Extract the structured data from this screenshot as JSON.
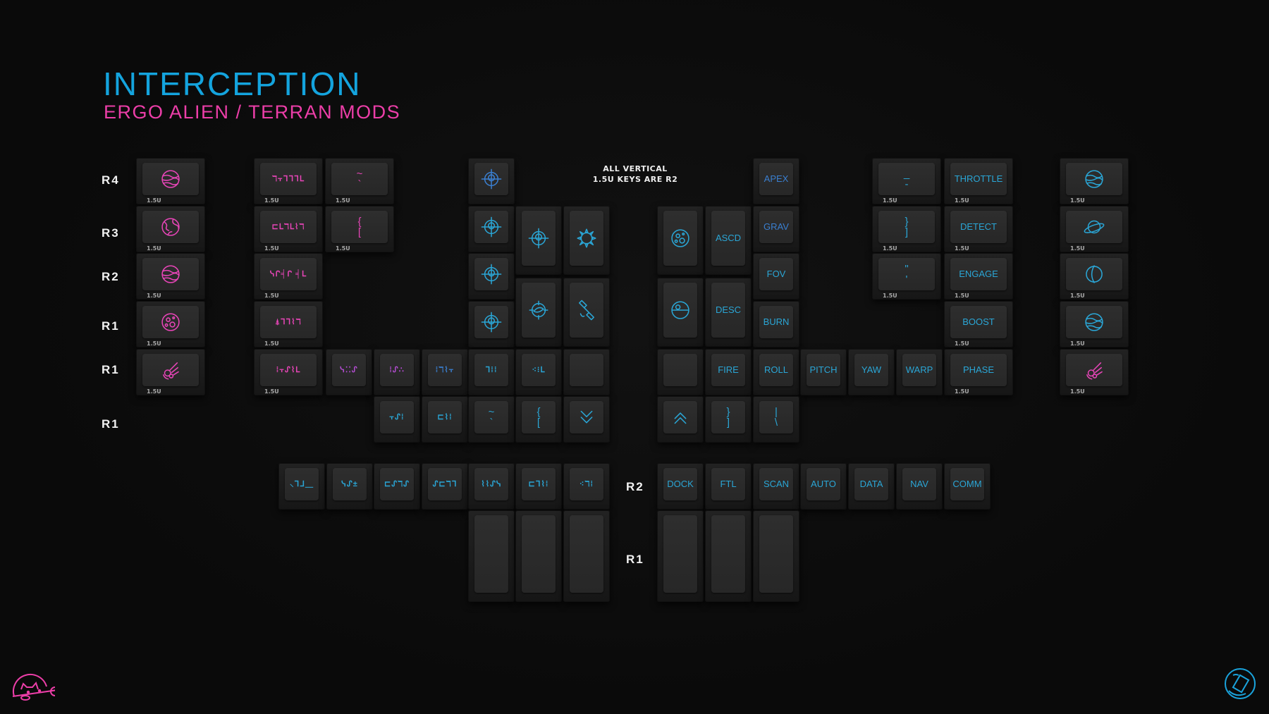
{
  "header": {
    "title": "INTERCEPTION",
    "subtitle": "ERGO ALIEN / TERRAN MODS"
  },
  "note": {
    "line1": "ALL VERTICAL",
    "line2": "1.5U KEYS ARE R2"
  },
  "row_labels": [
    "R4",
    "R3",
    "R2",
    "R1",
    "R1",
    "R1"
  ],
  "thumb_labels": [
    "R2",
    "R1"
  ],
  "colors": {
    "pink": "#e845b8",
    "cyan": "#2aa6d6",
    "blue": "#3a7fd0",
    "purple": "#b24cd0",
    "title": "#14a4de",
    "subtitle": "#ec3ea8"
  },
  "size_label": "1.5U",
  "keys": [
    {
      "icon": "planet-stripes",
      "color": "pink",
      "size": true
    },
    {
      "icon": "earth",
      "color": "pink",
      "size": true
    },
    {
      "icon": "planet-stripes",
      "color": "pink",
      "size": true
    },
    {
      "icon": "moon-craters",
      "color": "pink",
      "size": true
    },
    {
      "icon": "meteor",
      "color": "pink",
      "size": true
    },
    {
      "legend": "ℸ⫟ᒣᒣᒣᒪ",
      "color": "pink",
      "size": true
    },
    {
      "legend": "⊏ᒪℸᒪ⌇ℸ",
      "color": "pink",
      "size": true
    },
    {
      "legend": "ᓭᒋ╡ᒋ ╡ᒪ",
      "color": "pink",
      "size": true
    },
    {
      "legend": "⍋ᒣᒣ⌇ℸ",
      "color": "pink",
      "size": true
    },
    {
      "legend": "⁞⫟ᔑ⌇ᒪ",
      "color": "pink",
      "size": true
    },
    {
      "legend": "~\n`",
      "color": "pink",
      "size": true
    },
    {
      "legend": "{\n[",
      "color": "pink",
      "size": true
    },
    {
      "icon": "crosshair",
      "color": "blue"
    },
    {
      "icon": "crosshair",
      "color": "cyan"
    },
    {
      "icon": "crosshair",
      "color": "cyan"
    },
    {
      "icon": "crosshair",
      "color": "cyan"
    },
    {
      "icon": "crosshair",
      "color": "cyan"
    },
    {
      "icon": "sun",
      "color": "cyan"
    },
    {
      "icon": "galaxy-target",
      "color": "cyan"
    },
    {
      "icon": "satellite",
      "color": "cyan"
    },
    {
      "legend": "ᓭ⁚⁚ᔑ",
      "color": "purple"
    },
    {
      "legend": "⁞ᔑ∴",
      "color": "purple"
    },
    {
      "legend": "⁞ℸ⌇⫟",
      "color": "blue"
    },
    {
      "legend": "ᒣ⁞⁞",
      "color": "cyan"
    },
    {
      "legend": "⁖⁝ᒪ",
      "color": "cyan"
    },
    {
      "legend": "",
      "color": "cyan"
    },
    {
      "legend": "⫟ᔑ⁞",
      "color": "cyan"
    },
    {
      "legend": "⊏⌇⁞",
      "color": "cyan"
    },
    {
      "legend": "~\n`",
      "color": "cyan"
    },
    {
      "legend": "{\n[",
      "color": "cyan"
    },
    {
      "icon": "chevron-down",
      "color": "cyan"
    },
    {
      "legend": "⸜ᒣᒧ⸏",
      "color": "cyan"
    },
    {
      "legend": "ᓭᔑ±",
      "color": "cyan"
    },
    {
      "legend": "⊏ᔑℸᔑ",
      "color": "cyan"
    },
    {
      "legend": "ᔑ⊏ℸᒣ",
      "color": "cyan"
    },
    {
      "legend": "⌇⌇ᔑᓭ",
      "color": "cyan"
    },
    {
      "legend": "⊏ᒣ⌇⁞",
      "color": "cyan"
    },
    {
      "legend": "⁖ℸ⁞",
      "color": "cyan"
    },
    {
      "legend": "",
      "color": "cyan"
    },
    {
      "legend": "",
      "color": "cyan"
    },
    {
      "legend": "",
      "color": "cyan"
    },
    {
      "icon": "moon-craters",
      "color": "cyan"
    },
    {
      "legend": "ASCD",
      "color": "cyan"
    },
    {
      "icon": "death-star",
      "color": "cyan"
    },
    {
      "legend": "DESC",
      "color": "cyan"
    },
    {
      "legend": "APEX",
      "color": "blue"
    },
    {
      "legend": "GRAV",
      "color": "blue"
    },
    {
      "legend": "FOV",
      "color": "cyan"
    },
    {
      "legend": "BURN",
      "color": "cyan"
    },
    {
      "legend": "_\n-",
      "color": "cyan",
      "size": true
    },
    {
      "legend": "}\n]",
      "color": "cyan",
      "size": true
    },
    {
      "legend": "\"\n'",
      "color": "cyan",
      "size": true
    },
    {
      "legend": "THROTTLE",
      "color": "cyan",
      "size": true
    },
    {
      "legend": "DETECT",
      "color": "cyan",
      "size": true
    },
    {
      "legend": "ENGAGE",
      "color": "cyan",
      "size": true
    },
    {
      "legend": "BOOST",
      "color": "cyan",
      "size": true
    },
    {
      "legend": "PHASE",
      "color": "cyan",
      "size": true
    },
    {
      "icon": "planet-stripes",
      "color": "cyan",
      "size": true
    },
    {
      "icon": "ringed-planet",
      "color": "cyan",
      "size": true
    },
    {
      "icon": "planet-line",
      "color": "cyan",
      "size": true
    },
    {
      "icon": "planet-stripes",
      "color": "cyan",
      "size": true
    },
    {
      "icon": "meteor",
      "color": "pink",
      "size": true
    },
    {
      "legend": "",
      "color": "cyan"
    },
    {
      "legend": "FIRE",
      "color": "cyan"
    },
    {
      "legend": "ROLL",
      "color": "cyan"
    },
    {
      "legend": "PITCH",
      "color": "cyan"
    },
    {
      "legend": "YAW",
      "color": "cyan"
    },
    {
      "legend": "WARP",
      "color": "cyan"
    },
    {
      "icon": "chevron-up",
      "color": "cyan"
    },
    {
      "legend": "}\n]",
      "color": "cyan"
    },
    {
      "legend": "|\n\\",
      "color": "cyan"
    },
    {
      "legend": "DOCK",
      "color": "cyan"
    },
    {
      "legend": "FTL",
      "color": "cyan"
    },
    {
      "legend": "SCAN",
      "color": "cyan"
    },
    {
      "legend": "AUTO",
      "color": "cyan"
    },
    {
      "legend": "DATA",
      "color": "cyan"
    },
    {
      "legend": "NAV",
      "color": "cyan"
    },
    {
      "legend": "COMM",
      "color": "cyan"
    },
    {
      "legend": "",
      "color": "cyan"
    },
    {
      "legend": "",
      "color": "cyan"
    },
    {
      "legend": "",
      "color": "cyan"
    }
  ],
  "logos": {
    "left": "cat-astronaut-logo",
    "right": "keyboard-globe-logo"
  }
}
